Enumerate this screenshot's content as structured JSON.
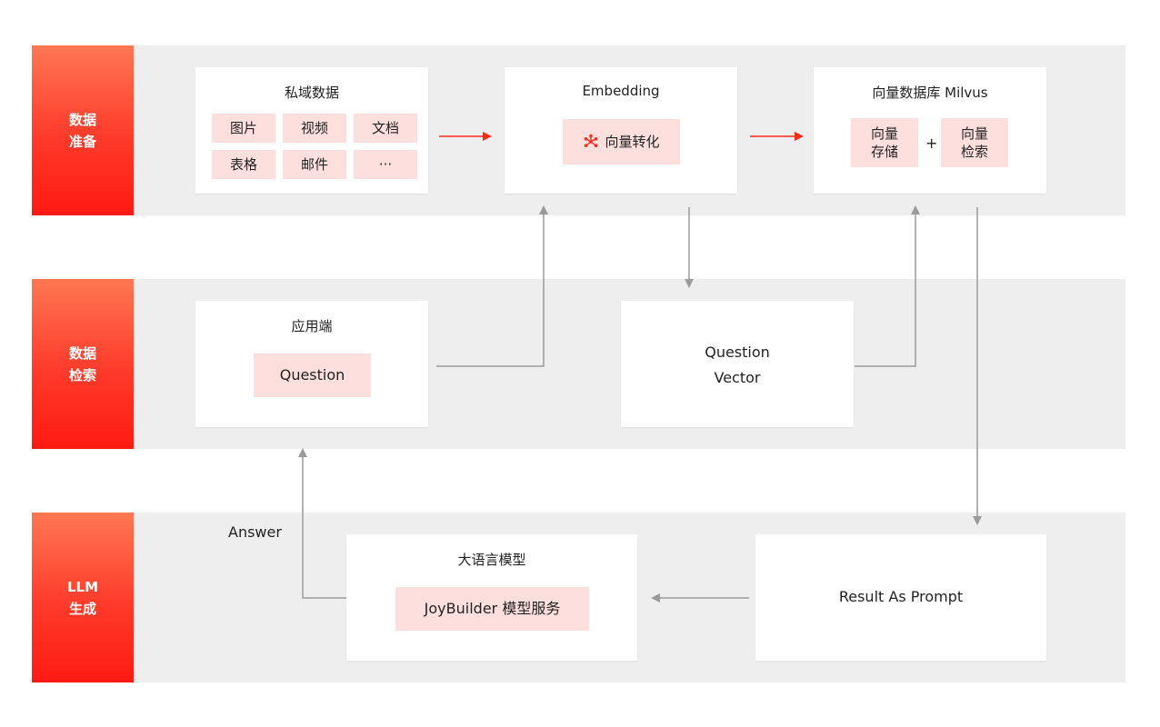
{
  "stages": [
    {
      "line1": "数据",
      "line2": "准备"
    },
    {
      "line1": "数据",
      "line2": "检索"
    },
    {
      "line1": "LLM",
      "line2": "生成"
    }
  ],
  "private_data": {
    "title": "私域数据",
    "items": [
      "图片",
      "视频",
      "文档",
      "表格",
      "邮件",
      "···"
    ]
  },
  "embedding": {
    "title": "Embedding",
    "chip": "向量转化",
    "icon": "molecule-icon"
  },
  "vector_db": {
    "title": "向量数据库 Milvus",
    "store": {
      "line1": "向量",
      "line2": "存储"
    },
    "plus": "+",
    "search": {
      "line1": "向量",
      "line2": "检索"
    }
  },
  "app": {
    "title": "应用端",
    "chip": "Question"
  },
  "question_vector": {
    "line1": "Question",
    "line2": "Vector"
  },
  "llm": {
    "title": "大语言模型",
    "chip": "JoyBuilder 模型服务"
  },
  "result_prompt": {
    "label": "Result As Prompt"
  },
  "answer_label": "Answer",
  "colors": {
    "accent_red": "#ff2a1a",
    "chip_pink": "#fde0dd",
    "band_gray": "#eeeeee",
    "arrow_gray": "#9a9a9a"
  }
}
